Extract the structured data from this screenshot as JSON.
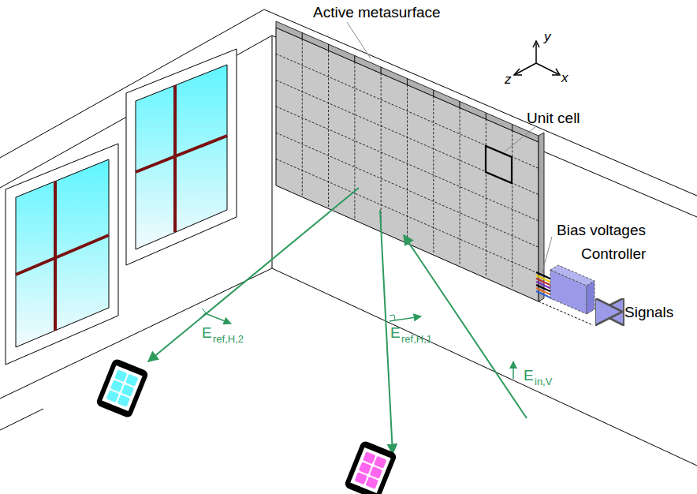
{
  "diagram": {
    "labels": [
      "Active metasurface",
      "Unit cell",
      "Bias voltages",
      "Controller",
      "Signals",
      "y",
      "z",
      "x",
      "E",
      "ref,H,2",
      "E",
      "ref,H,1",
      "E",
      "in,V"
    ]
  }
}
